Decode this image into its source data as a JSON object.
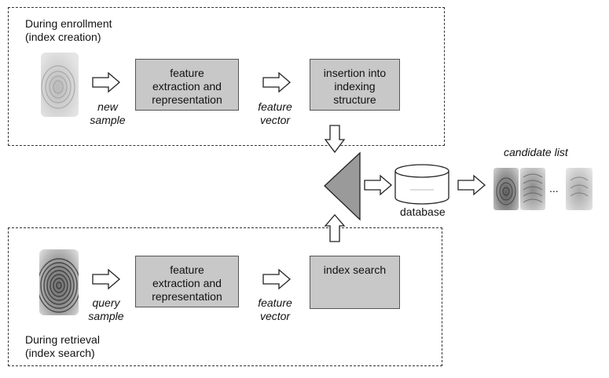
{
  "enrollment": {
    "panel_label": "During enrollment\n(index creation)",
    "sample_label": "new\nsample",
    "extract_box": "feature\nextraction and\nrepresentation",
    "vector_label": "feature\nvector",
    "insert_box": "insertion into\nindexing\nstructure"
  },
  "retrieval": {
    "panel_label": "During retrieval\n(index search)",
    "sample_label": "query\nsample",
    "extract_box": "feature\nextraction and\nrepresentation",
    "vector_label": "feature\nvector",
    "search_box": "index search"
  },
  "database_label": "database",
  "candidate": {
    "title": "candidate list",
    "ellipsis": "..."
  }
}
